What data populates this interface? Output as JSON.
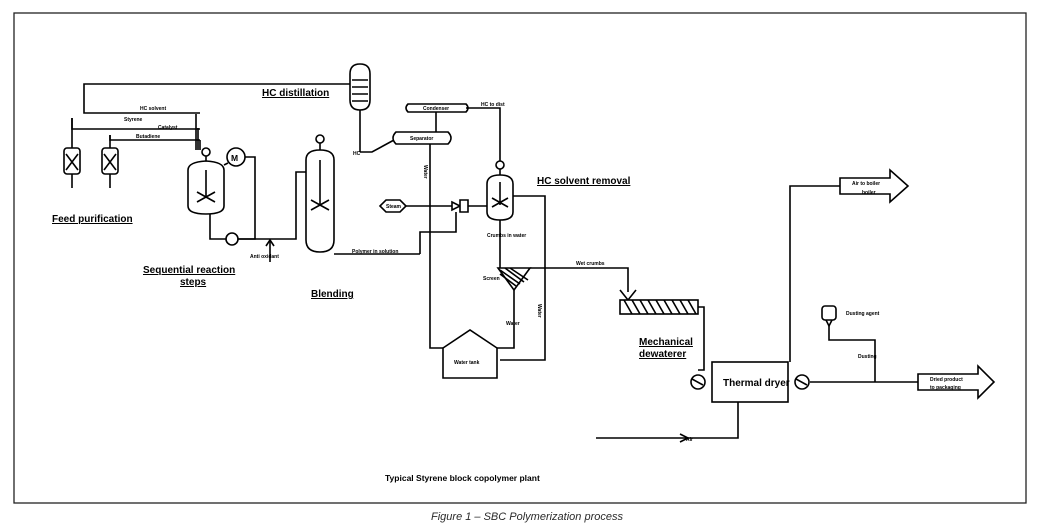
{
  "diagram_title": "Typical Styrene block copolymer plant",
  "caption": "Figure 1 – SBC Polymerization process",
  "labels": {
    "feed_purification": "Feed purification",
    "sequential_reaction": "Sequential reaction",
    "steps": "steps",
    "blending": "Blending",
    "hc_distillation": "HC distillation",
    "hc_solvent_removal": "HC solvent removal",
    "mechanical": "Mechanical",
    "dewaterer": "dewaterer",
    "thermal_dryer": "Thermal dryer"
  },
  "small_labels": {
    "hc_solvent": "HC solvent",
    "styrene": "Styrene",
    "catalyst": "Catalyst",
    "butadiene": "Butadiene",
    "anti_oxidant": "Anti oxidant",
    "hc": "HC",
    "condenser": "Condenser",
    "separator": "Separator",
    "hc_to_dist": "HC to dist",
    "steam": "Steam",
    "polymer_in_solution": "Polymer in solution",
    "water_col": "Water",
    "crumbs_in_water": "Crumbs in water",
    "screen": "Screen",
    "water_screen": "Water",
    "water_right": "Water",
    "wet_crumbs": "Wet crumbs",
    "water_tank": "Water tank",
    "air": "Air",
    "air_to_boiler": "Air to boiler",
    "boiler": "boiler",
    "dusting_agent": "Dusting agent",
    "dusting": "Dusting",
    "dried_product": "Dried product",
    "to_packaging": "to packaging"
  }
}
